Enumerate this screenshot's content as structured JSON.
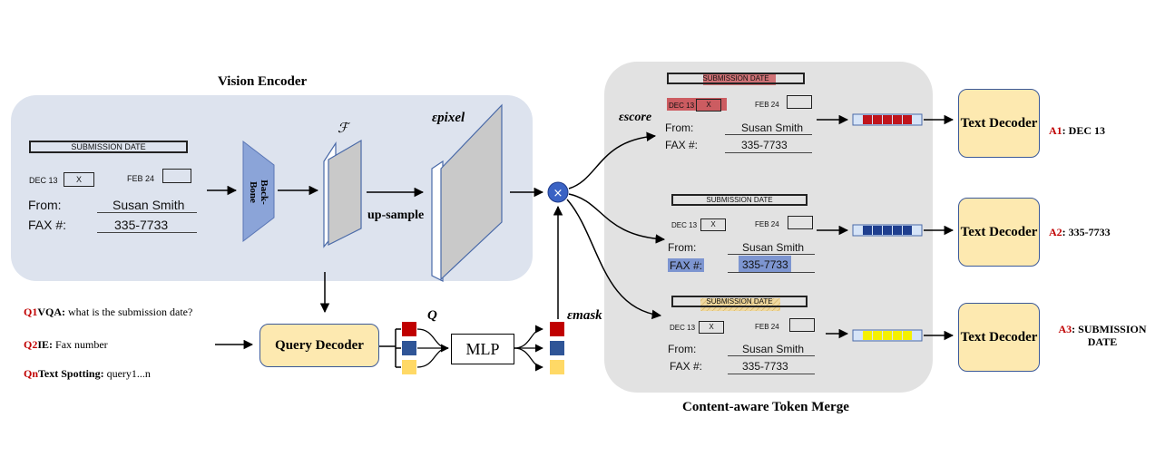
{
  "vision_encoder": {
    "title": "Vision Encoder",
    "backbone_label": "Back-Bone",
    "feature_symbol": "ℱ",
    "upsample_label": "up-sample",
    "pixel_label": "εpixel"
  },
  "document": {
    "header": "SUBMISSION DATE",
    "date1": "DEC 13",
    "checkbox_mark": "X",
    "date2": "FEB 24",
    "from_label": "From:",
    "from_value": "Susan Smith",
    "fax_label": "FAX #:",
    "fax_value": "335-7733"
  },
  "queries": [
    {
      "id": "Q1",
      "type": "VQA:",
      "text": " what is the submission date?"
    },
    {
      "id": "Q2",
      "type": "IE:",
      "text": " Fax number"
    },
    {
      "id": "Qn",
      "type": "Text Spotting:",
      "text": " query1...n"
    }
  ],
  "query_decoder": {
    "label": "Query Decoder",
    "q_symbol": "Q"
  },
  "mlp": {
    "label": "MLP"
  },
  "mask_label": "εmask",
  "score_label": "εscore",
  "merge_title": "Content-aware Token Merge",
  "text_decoders": [
    {
      "label": "Text Decoder"
    },
    {
      "label": "Text Decoder"
    },
    {
      "label": "Text Decoder"
    }
  ],
  "answers": [
    {
      "id": "A1",
      "text": ": DEC 13"
    },
    {
      "id": "A2",
      "text": ": 335-7733"
    },
    {
      "id": "A3",
      "text": ": SUBMISSION DATE"
    }
  ],
  "colors": {
    "encoder_bg": "#dde3ee",
    "merge_bg": "#e2e2e2",
    "backbone": "#8ba4d8",
    "decoder_fill": "#fde9b0",
    "decoder_border": "#3c5a99",
    "token_red": "#c0141c",
    "token_blue": "#1f3f8f",
    "token_yellow": "#f5f000",
    "query_red": "#c00000",
    "query_blue": "#2f5597",
    "query_yellow": "#ffd966",
    "multiply_node": "#3b63c4"
  }
}
